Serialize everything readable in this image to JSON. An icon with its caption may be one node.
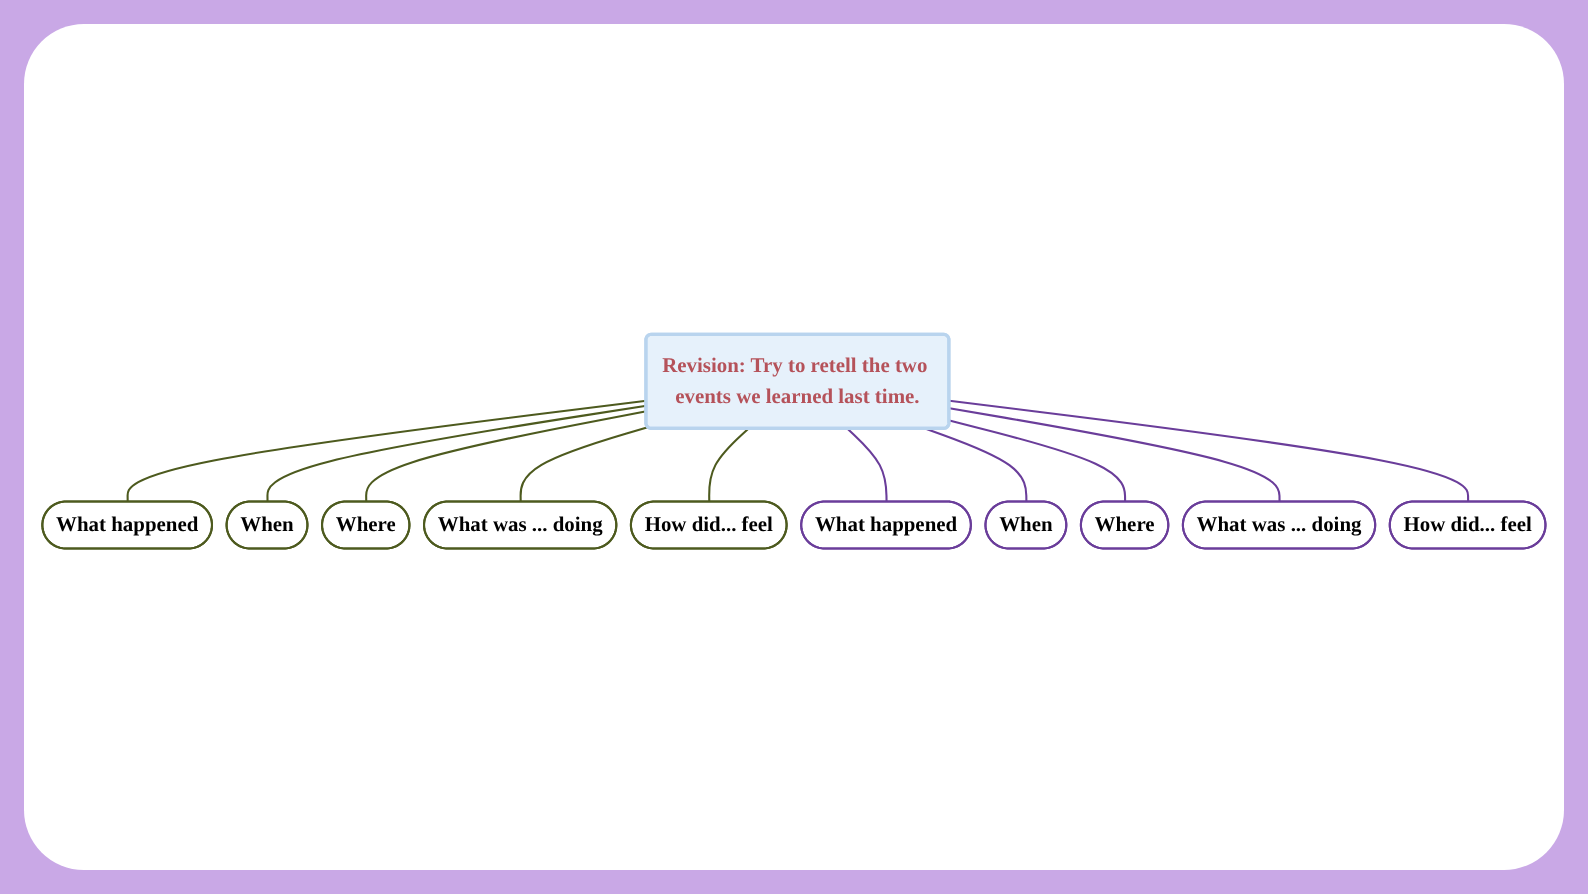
{
  "diagram": {
    "nodes": [
      {
        "text": [
          "Revision: Try to retell the two events we learned last time."
        ]
      },
      {
        "text": [
          "What happened"
        ]
      },
      {
        "text": [
          "When"
        ]
      },
      {
        "text": [
          "Where"
        ]
      },
      {
        "text": [
          "What was ... doing"
        ]
      },
      {
        "text": [
          "How did... feel"
        ]
      },
      {
        "text": [
          "What happened"
        ]
      },
      {
        "text": [
          "When"
        ]
      },
      {
        "text": [
          "Where"
        ]
      },
      {
        "text": [
          "What was ... doing"
        ]
      },
      {
        "text": [
          "How did... feel"
        ]
      }
    ],
    "edges": [
      {
        "from": 0,
        "to": 1,
        "arrow": "none"
      },
      {
        "from": 0,
        "to": 2,
        "arrow": "none"
      },
      {
        "from": 0,
        "to": 3,
        "arrow": "none"
      },
      {
        "from": 0,
        "to": 4,
        "arrow": "none"
      },
      {
        "from": 0,
        "to": 5,
        "arrow": "none"
      },
      {
        "from": 0,
        "to": 6,
        "arrow": "none",
        "color": "#6a3d9a"
      },
      {
        "from": 0,
        "to": 7,
        "arrow": "none",
        "color": "#6a3d9a"
      },
      {
        "from": 0,
        "to": 8,
        "arrow": "none",
        "color": "#6a3d9a"
      },
      {
        "from": 0,
        "to": 9,
        "arrow": "none",
        "color": "#6a3d9a"
      },
      {
        "from": 0,
        "to": 10,
        "arrow": "none",
        "color": "#6a3d9a"
      }
    ]
  }
}
